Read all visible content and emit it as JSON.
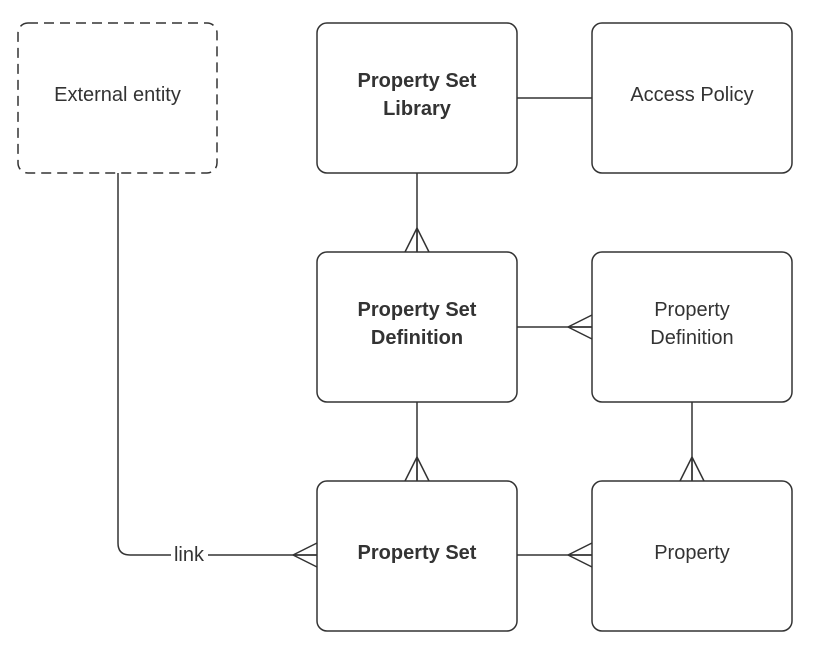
{
  "diagram": {
    "type": "entity-relationship",
    "nodes": [
      {
        "id": "external",
        "lines": [
          "External entity"
        ],
        "bold": false,
        "dashed": true
      },
      {
        "id": "psl",
        "lines": [
          "Property Set",
          "Library"
        ],
        "bold": true,
        "dashed": false
      },
      {
        "id": "ap",
        "lines": [
          "Access Policy"
        ],
        "bold": false,
        "dashed": false
      },
      {
        "id": "psd",
        "lines": [
          "Property Set",
          "Definition"
        ],
        "bold": true,
        "dashed": false
      },
      {
        "id": "pd",
        "lines": [
          "Property",
          "Definition"
        ],
        "bold": false,
        "dashed": false
      },
      {
        "id": "ps",
        "lines": [
          "Property Set"
        ],
        "bold": true,
        "dashed": false
      },
      {
        "id": "p",
        "lines": [
          "Property"
        ],
        "bold": false,
        "dashed": false
      }
    ],
    "edges": [
      {
        "from": "psl",
        "to": "ap",
        "to_end": "one",
        "label": ""
      },
      {
        "from": "psl",
        "to": "psd",
        "to_end": "many",
        "label": ""
      },
      {
        "from": "pd",
        "to": "psd",
        "to_end": "many",
        "label": ""
      },
      {
        "from": "psd",
        "to": "ps",
        "to_end": "many",
        "label": ""
      },
      {
        "from": "pd",
        "to": "p",
        "to_end": "many",
        "label": ""
      },
      {
        "from": "p",
        "to": "ps",
        "to_end": "many",
        "label": ""
      },
      {
        "from": "external",
        "to": "ps",
        "to_end": "many",
        "label": "link"
      }
    ]
  }
}
